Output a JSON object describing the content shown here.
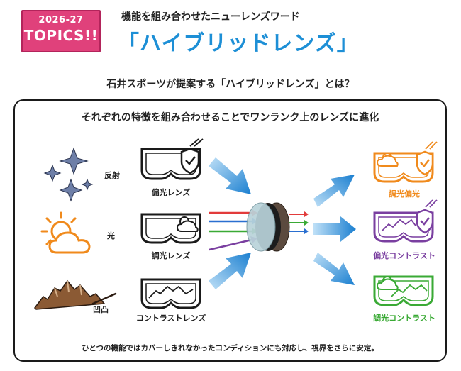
{
  "badge": {
    "year": "2026-27",
    "label": "TOPICS!!"
  },
  "header": {
    "subtitle": "機能を組み合わせたニューレンズワード",
    "title": "「ハイブリッドレンズ」"
  },
  "question": "石井スポーツが提案する「ハイブリッドレンズ」とは？",
  "panel": {
    "heading": "それぞれの特徴を組み合わせることでワンランク上のレンズに進化",
    "conditions": [
      {
        "label": "反射",
        "icon": "sparkles-icon"
      },
      {
        "label": "光",
        "icon": "sun-cloud-icon"
      },
      {
        "label": "凹凸",
        "icon": "mountain-icon"
      }
    ],
    "base_lenses": [
      {
        "label": "偏光レンズ",
        "icon": "goggle-shield-icon"
      },
      {
        "label": "調光レンズ",
        "icon": "goggle-sun-icon"
      },
      {
        "label": "コントラストレンズ",
        "icon": "goggle-mountain-icon"
      }
    ],
    "hybrid_lenses": [
      {
        "label": "調光偏光",
        "color": "#f08a1c",
        "icon": "goggle-sun-shield-icon"
      },
      {
        "label": "偏光コントラスト",
        "color": "#7a3fa0",
        "icon": "goggle-mountain-shield-icon"
      },
      {
        "label": "調光コントラスト",
        "color": "#3aaa35",
        "icon": "goggle-mountain-sun-icon"
      }
    ],
    "footer": "ひとつの機能ではカバーしきれなかったコンディションにも対応し、視界をさらに安定。"
  },
  "colors": {
    "accent_pink": "#e0417b",
    "title_blue": "#1d8fd6",
    "arrow_blue": "#1a7fd0",
    "icon_gray": "#6e7fa8"
  }
}
